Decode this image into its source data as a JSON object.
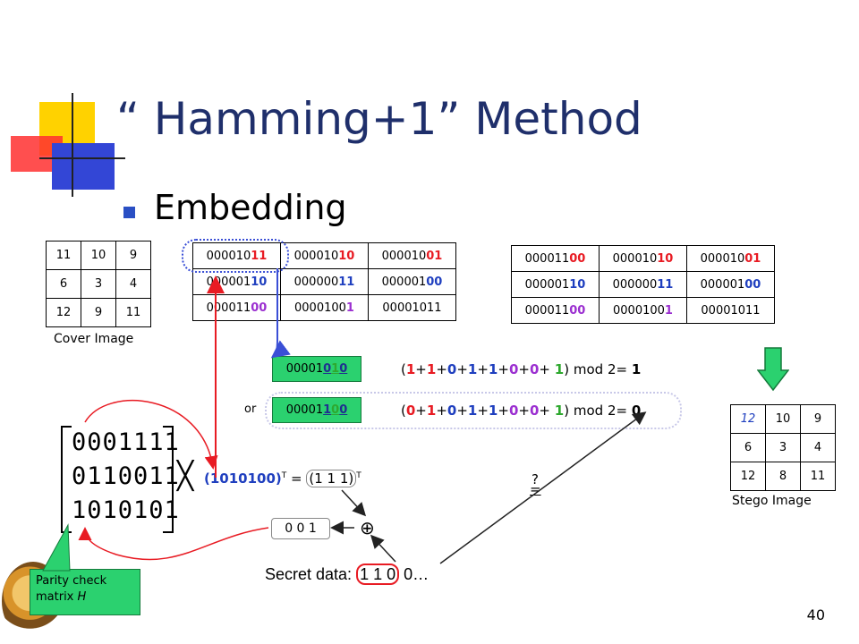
{
  "slide": {
    "title": "“ Hamming+1” Method",
    "subtitle": "Embedding",
    "page_number": "40"
  },
  "cover": {
    "caption": "Cover Image",
    "rows": [
      [
        "11",
        "10",
        "9"
      ],
      [
        "6",
        "3",
        "4"
      ],
      [
        "12",
        "9",
        "11"
      ]
    ]
  },
  "stego": {
    "caption": "Stego Image",
    "rows": [
      [
        "12",
        "10",
        "9"
      ],
      [
        "6",
        "3",
        "4"
      ],
      [
        "12",
        "8",
        "11"
      ]
    ]
  },
  "cover_binary": {
    "rows": [
      [
        {
          "pre": "000010",
          "hl": "11",
          "c": "red"
        },
        {
          "pre": "000010",
          "hl": "10",
          "c": "red"
        },
        {
          "pre": "000010",
          "hl": "01",
          "c": "red"
        }
      ],
      [
        {
          "pre": "000001",
          "hl": "10",
          "c": "blue"
        },
        {
          "pre": "000000",
          "hl": "11",
          "c": "blue"
        },
        {
          "pre": "000001",
          "hl": "00",
          "c": "blue"
        }
      ],
      [
        {
          "pre": "000011",
          "hl": "00",
          "c": "purple"
        },
        {
          "pre": "0000100",
          "hl": "1",
          "c": "purple"
        },
        {
          "pre": "00001011",
          "hl": "",
          "c": ""
        }
      ]
    ]
  },
  "stego_binary": {
    "rows": [
      [
        {
          "pre": "000011",
          "hl": "00",
          "c": "red"
        },
        {
          "pre": "000010",
          "hl": "10",
          "c": "red"
        },
        {
          "pre": "000010",
          "hl": "01",
          "c": "red"
        }
      ],
      [
        {
          "pre": "000001",
          "hl": "10",
          "c": "blue"
        },
        {
          "pre": "000000",
          "hl": "11",
          "c": "blue"
        },
        {
          "pre": "000001",
          "hl": "00",
          "c": "blue"
        }
      ],
      [
        {
          "pre": "000011",
          "hl": "00",
          "c": "purple"
        },
        {
          "pre": "0000100",
          "hl": "1",
          "c": "purple"
        },
        {
          "pre": "00001011",
          "hl": "",
          "c": ""
        }
      ]
    ]
  },
  "candidates": {
    "first": "00001010",
    "second": "00001100",
    "or_label": "or",
    "formula1": "(1+1+0+1+1+0+0+ 1) mod 2= 1",
    "formula2": "(0+1+0+1+1+0+0+ 1) mod 2= 0"
  },
  "matrix": {
    "rows": [
      "0001111",
      "0110011",
      "1010101"
    ],
    "mult": "╳",
    "vector_expr": "(1010100)",
    "equals": " = ",
    "result": "(1 1 1)",
    "sup_t": "T"
  },
  "xor": {
    "result": "0 0 1",
    "symbol": "⊕",
    "question": "?",
    "equals": "="
  },
  "secret": {
    "label": "Secret data: ",
    "bits": "1 1 0",
    "rest": " 0…"
  },
  "callout": {
    "line1": "Parity check",
    "line2": "matrix ",
    "var": "H"
  },
  "colors": {
    "title": "#1f2f6b",
    "bullet": "#2a4fc4",
    "green": "#2bd16f",
    "red_arrow": "#e81b23",
    "blue_arrow": "#3a4fd6"
  }
}
